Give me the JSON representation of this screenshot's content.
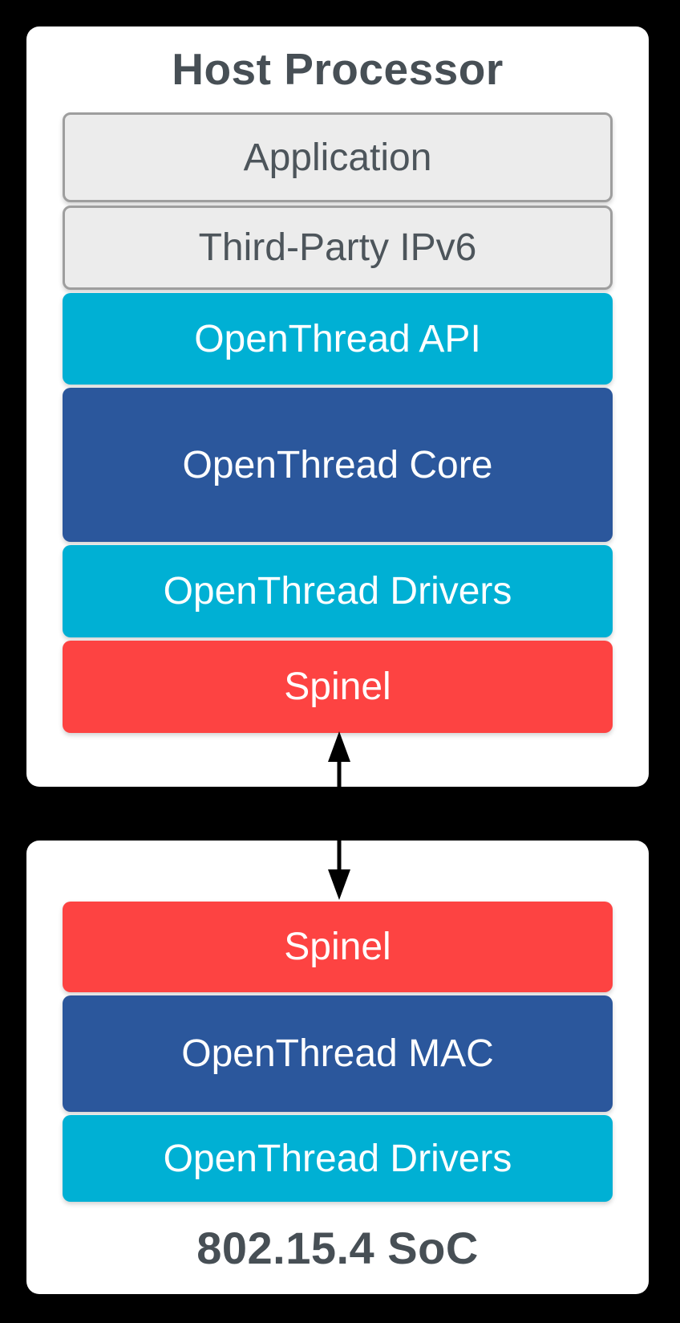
{
  "host": {
    "title": "Host Processor",
    "layers": [
      {
        "label": "Application"
      },
      {
        "label": "Third-Party IPv6"
      },
      {
        "label": "OpenThread API"
      },
      {
        "label": "OpenThread Core"
      },
      {
        "label": "OpenThread Drivers"
      },
      {
        "label": "Spinel"
      }
    ]
  },
  "soc": {
    "caption": "802.15.4 SoC",
    "layers": [
      {
        "label": "Spinel"
      },
      {
        "label": "OpenThread MAC"
      },
      {
        "label": "OpenThread Drivers"
      }
    ]
  },
  "colors": {
    "background": "#000000",
    "card": "#ffffff",
    "external_gray": "#ececec",
    "external_border": "#9e9e9e",
    "cyan": "#00b0d4",
    "navy": "#2b579c",
    "red": "#fd4342",
    "heading_text": "#474f55",
    "gray_text": "#4d555b",
    "arrow": "#000000"
  }
}
